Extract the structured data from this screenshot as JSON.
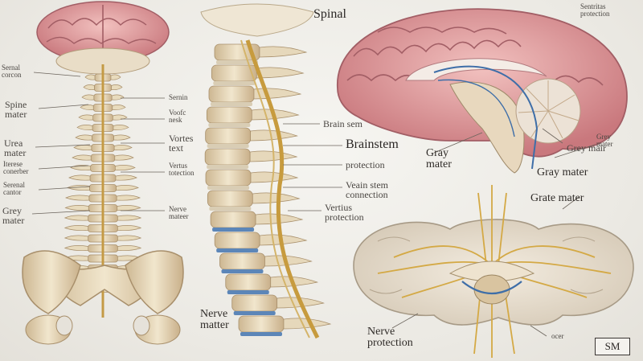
{
  "labels": {
    "spinal_top": "Spinal",
    "spinal_cord_left": "Sernal\ncorcon",
    "spine_mater": "Spine\nmater",
    "urea_mater": "Urea\nmater",
    "iterese_conerber": "Iterese\nconerber",
    "serenal_cantor": "Serenal\ncantor",
    "grey_mater_left": "Grey\nmater",
    "sernin": "Sernin",
    "voofc_nesk": "Voofc\nnesk",
    "vortes_text": "Vortes\ntext",
    "vertus_tolection": "Vertus\ntotection",
    "nerve_mateer": "Nerve\nmateer",
    "nerve_matter": "Nerve\nmatter",
    "brain_sem": "Brain sem",
    "brainstem": "Brainstem",
    "protection": "protection",
    "veain_stem": "Veain stem\nconnection",
    "vertius_protection": "Vertius\nprotection",
    "gray_mater_mid": "Gray\nmater",
    "sentrital_protection": "Sentritas\nprotection",
    "gray_mater_small": "Grey\nmater",
    "grey_mair": "Grey mair",
    "gray_mater_right": "Gray mater",
    "grate_mater": "Grate mater",
    "nerve_protection": "Nerve\nprotection",
    "ocer": "ocer",
    "badge": "SM"
  },
  "colors": {
    "bone": "#ece0c4",
    "bone_shadow": "#b89f7a",
    "nerve": "#c7a04b",
    "brain": "#e7a3a3",
    "brain_dark": "#b86c72",
    "vessel_blue": "#3e6ea8"
  }
}
